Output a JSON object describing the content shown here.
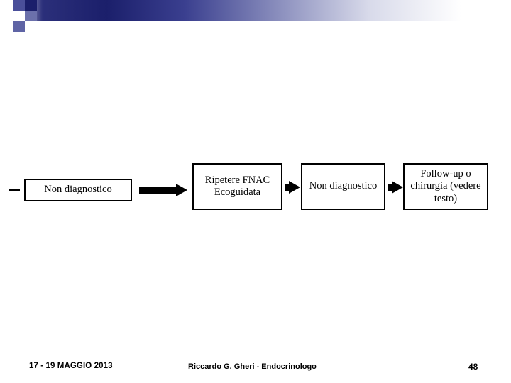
{
  "slide": {
    "banner": {
      "name": "decorative-gradient-banner",
      "colors": [
        "#1b1f6b",
        "#2b2f7a",
        "#8f93c0",
        "#ffffff"
      ]
    },
    "diagram": {
      "type": "flowchart",
      "orientation": "left-to-right",
      "boxes": [
        {
          "id": "box-1",
          "text": "Non diagnostico"
        },
        {
          "id": "box-2",
          "text": "Ripetere FNAC Ecoguidata"
        },
        {
          "id": "box-3",
          "text": "Non diagnostico"
        },
        {
          "id": "box-4",
          "text": "Follow-up o chirurgia (vedere testo)"
        }
      ],
      "arrows": [
        {
          "id": "arrow-1",
          "from": "box-1",
          "to": "box-2"
        },
        {
          "id": "arrow-2",
          "from": "box-2",
          "to": "box-3"
        },
        {
          "id": "arrow-3",
          "from": "box-3",
          "to": "box-4"
        }
      ]
    },
    "footer": {
      "date": "17 - 19 MAGGIO 2013",
      "author": "Riccardo G. Gheri - Endocrinologo",
      "page_number": "48"
    }
  }
}
